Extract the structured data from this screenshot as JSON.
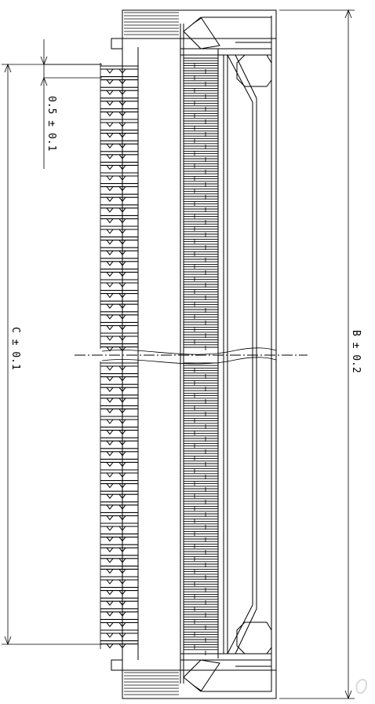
{
  "dimensions": {
    "pitch_label": "0.5 ± 0.1",
    "c_label": "C ± 0.1",
    "b_label": "B ± 0.2"
  },
  "connector": {
    "top_pin_rows": 27,
    "bottom_pin_rows": 27
  },
  "colors": {
    "line": "#000000",
    "background": "#ffffff"
  }
}
